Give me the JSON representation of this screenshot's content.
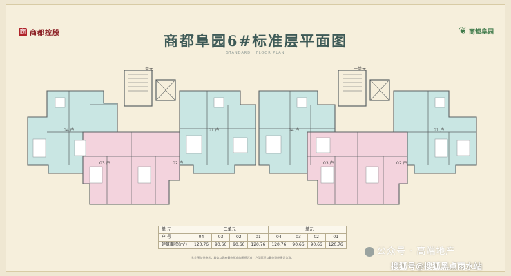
{
  "logo_left": "商都控股",
  "logo_right": "商都阜园",
  "title": "商都阜园6#标准层平面图",
  "title_sub": "STANDARD · FLOOR PLAN",
  "stair_labels": [
    "二单元",
    "一单元"
  ],
  "unit_labels": [
    "04 户",
    "01 户",
    "04 户",
    "01 户",
    "03 户",
    "02 户",
    "03 户",
    "02 户"
  ],
  "table": {
    "row_header_unit": "单  元",
    "row_header_house": "户  号",
    "row_header_area": "建筑面积(m²)",
    "unit_2": "二单元",
    "unit_1": "一单元",
    "house_numbers": [
      "04",
      "03",
      "02",
      "01",
      "04",
      "03",
      "02",
      "01"
    ],
    "areas": [
      "120.76",
      "90.66",
      "90.66",
      "120.76",
      "120.76",
      "90.66",
      "90.66",
      "120.76"
    ]
  },
  "footnote": "注:此图仅供参考，具体以政府最终批准的图纸为准，户型面积以最终测绘报告为准。",
  "watermark_1": "公众号 · 高端地产",
  "watermark_2": "搜狐号@搜狐黑点雨水站",
  "colors": {
    "blue_zone": "#c9e6e3",
    "pink_zone": "#f3d3dd",
    "wall": "#5b6163",
    "title": "#3e5a57"
  }
}
